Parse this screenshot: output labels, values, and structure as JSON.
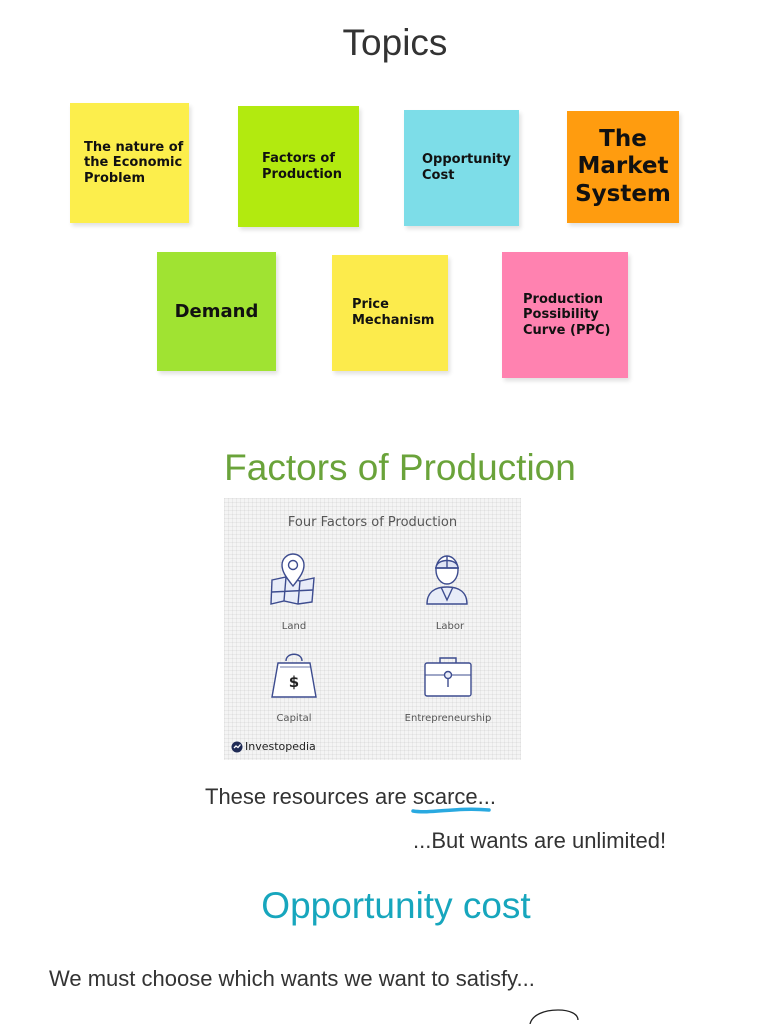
{
  "page_title": "Topics",
  "topics": [
    {
      "label": "The nature of the Economic Problem",
      "color": "#fcee4c"
    },
    {
      "label": "Factors of Production",
      "color": "#b2ea0f"
    },
    {
      "label": "Opportunity Cost",
      "color": "#7ddde8"
    },
    {
      "label": "The Market System",
      "color": "#ff9c0f"
    },
    {
      "label": "Demand",
      "color": "#a0e332"
    },
    {
      "label": "Price Mechanism",
      "color": "#fceb4c"
    },
    {
      "label": "Production Possibility Curve (PPC)",
      "color": "#ff82b0"
    }
  ],
  "factors_section": {
    "heading": "Factors of Production",
    "heading_color": "#6aa33a",
    "figure": {
      "title": "Four Factors of Production",
      "items": [
        {
          "label": "Land",
          "icon": "map-pin-icon"
        },
        {
          "label": "Labor",
          "icon": "worker-icon"
        },
        {
          "label": "Capital",
          "icon": "money-bag-icon"
        },
        {
          "label": "Entrepreneurship",
          "icon": "briefcase-icon"
        }
      ],
      "brand": "Investopedia"
    }
  },
  "scarcity": {
    "prefix": "These resources are ",
    "highlight": "scarce",
    "suffix": "...",
    "highlight_color": "#29a9e0",
    "second_line": "...But wants are unlimited!"
  },
  "opportunity_section": {
    "heading": "Opportunity cost",
    "heading_color": "#17a6bd",
    "body": "We must choose which wants we want to satisfy..."
  }
}
